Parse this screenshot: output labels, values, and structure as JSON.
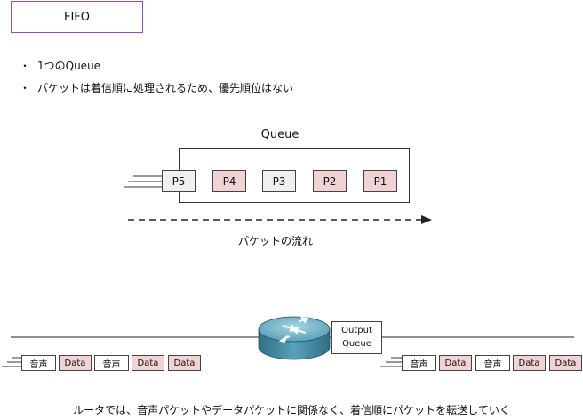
{
  "title": "FIFO",
  "bullets": [
    {
      "marker": "・",
      "text": "1つのQueue"
    },
    {
      "marker": "・",
      "text": "パケットは着信順に処理されるため、優先順位はない"
    }
  ],
  "queue": {
    "label": "Queue",
    "packets": [
      {
        "label": "P5",
        "color": "#f0f0f0"
      },
      {
        "label": "P4",
        "color": "#f2d3d3"
      },
      {
        "label": "P3",
        "color": "#f0f0f0"
      },
      {
        "label": "P2",
        "color": "#f2d3d3"
      },
      {
        "label": "P1",
        "color": "#f2d3d3"
      }
    ]
  },
  "flow_label": "パケットの流れ",
  "router": {
    "output_label_line1": "Output",
    "output_label_line2": "Queue"
  },
  "left_stream": [
    {
      "label": "音声",
      "color": "#ffffff"
    },
    {
      "label": "Data",
      "color": "#f2d3d3"
    },
    {
      "label": "音声",
      "color": "#ffffff"
    },
    {
      "label": "Data",
      "color": "#f2d3d3"
    },
    {
      "label": "Data",
      "color": "#f2d3d3"
    }
  ],
  "right_stream": [
    {
      "label": "音声",
      "color": "#ffffff"
    },
    {
      "label": "Data",
      "color": "#f2d3d3"
    },
    {
      "label": "音声",
      "color": "#ffffff"
    },
    {
      "label": "Data",
      "color": "#f2d3d3"
    },
    {
      "label": "Data",
      "color": "#f2d3d3"
    }
  ],
  "caption": "ルータでは、音声パケットやデータパケットに関係なく、着信順にパケットを転送していく"
}
